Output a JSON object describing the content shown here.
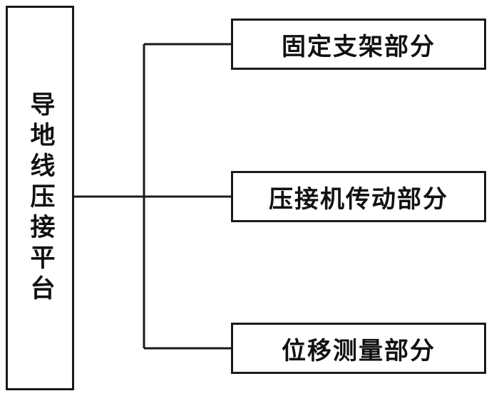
{
  "diagram": {
    "root": {
      "label": "导地线压接平台"
    },
    "children": [
      {
        "label": "固定支架部分"
      },
      {
        "label": "压接机传动部分"
      },
      {
        "label": "位移测量部分"
      }
    ]
  }
}
